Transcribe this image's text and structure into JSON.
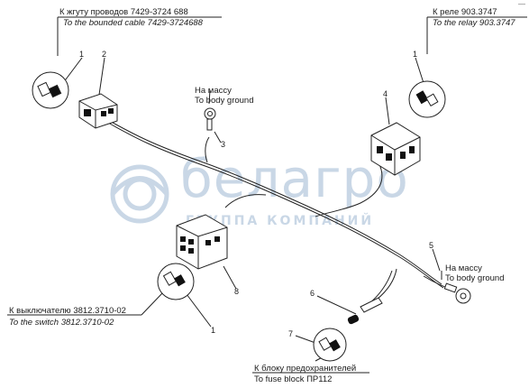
{
  "watermark": {
    "brand": "белагро",
    "subtitle": "ГРУППА КОМПАНИЙ"
  },
  "corner_mark": "—",
  "labels": {
    "harness_ru": "К жгуту проводов 7429-3724 688",
    "harness_en": "To the bounded cable 7429-3724688",
    "relay_ru": "К реле 903.3747",
    "relay_en": "To the relay 903.3747",
    "ground1_ru": "На массу",
    "ground1_en": "To body ground",
    "ground2_ru": "На массу",
    "ground2_en": "To body ground",
    "switch_ru": "К выключателю 3812.3710-02",
    "switch_en": "To the switch 3812.3710-02",
    "fuse_ru": "К блоку предохранителей",
    "fuse_en": "To fuse block ПР112"
  },
  "callouts": {
    "c1_left": "1",
    "c2": "2",
    "c1_right": "1",
    "c4": "4",
    "c3": "3",
    "c5": "5",
    "c8": "8",
    "c6": "6",
    "c1_bottom": "1",
    "c7": "7"
  }
}
